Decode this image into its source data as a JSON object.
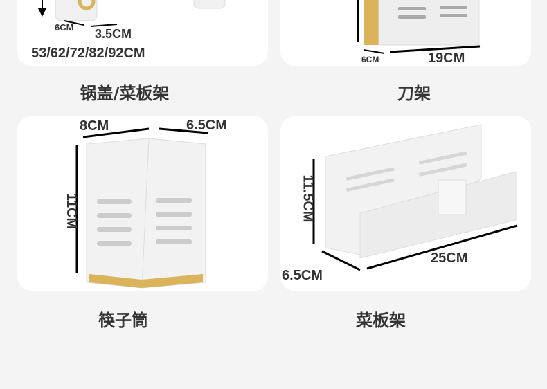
{
  "products": [
    {
      "name": "锅盖/菜板架",
      "dims": [
        "6CM",
        "3.5CM",
        "53/62/72/82/92CM"
      ]
    },
    {
      "name": "刀架",
      "dims": [
        "6CM",
        "19CM"
      ]
    },
    {
      "name": "筷子筒",
      "dims": [
        "8CM",
        "6.5CM",
        "11CM"
      ]
    },
    {
      "name": "菜板架",
      "dims": [
        "11.5CM",
        "6.5CM",
        "25CM"
      ]
    }
  ],
  "colors": {
    "background": "#f4f4f4",
    "card": "#ffffff",
    "accent_gold": "#d9b45a"
  }
}
